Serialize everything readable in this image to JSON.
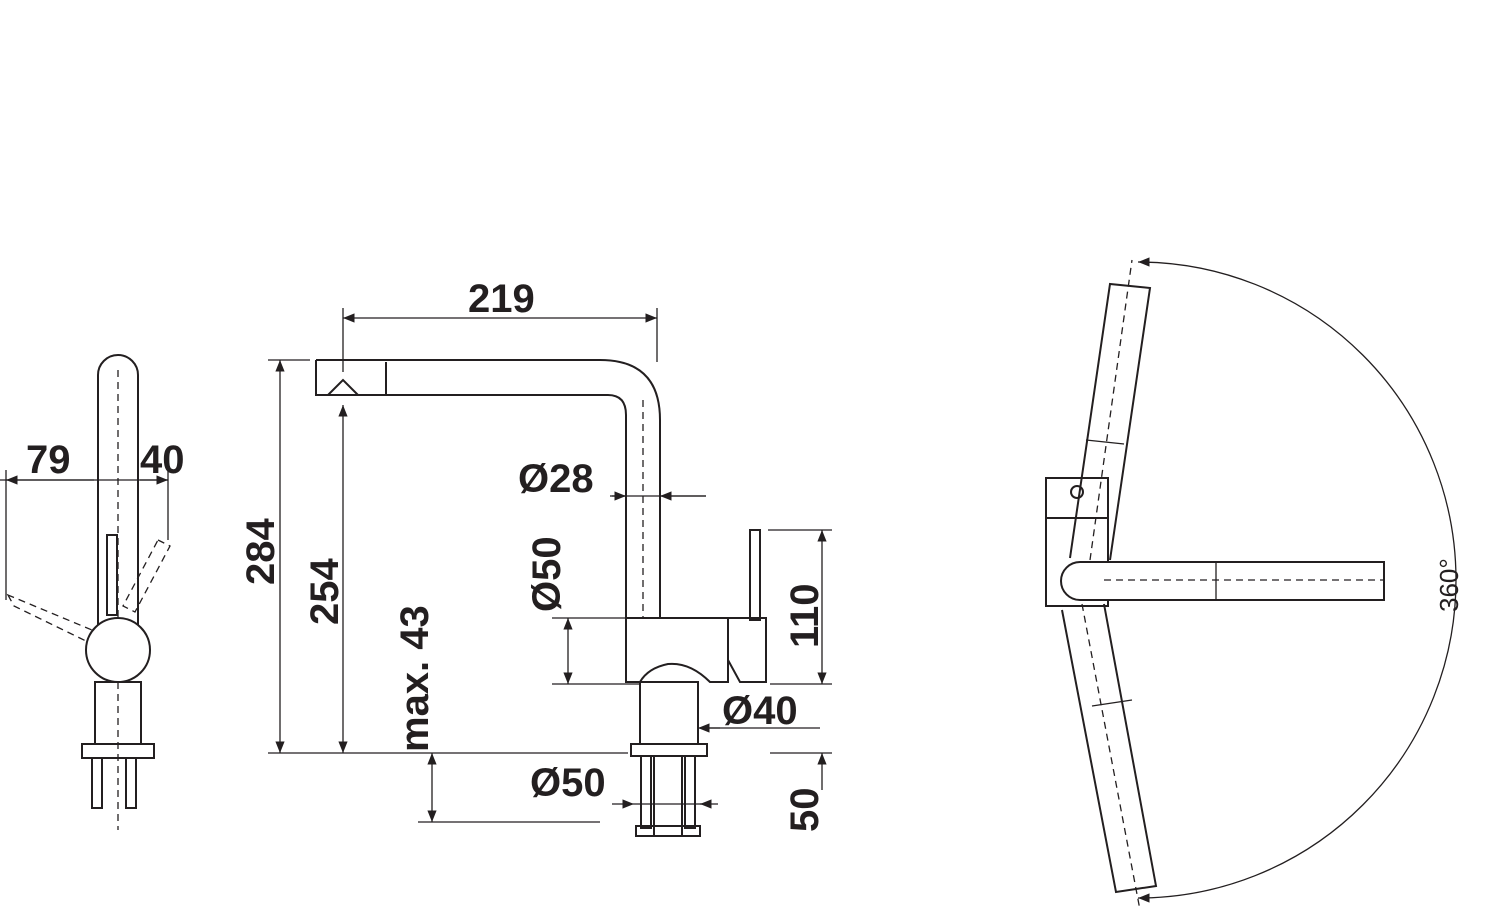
{
  "dimensions": {
    "side_width_left": "79",
    "side_width_right": "40",
    "spout_reach": "219",
    "total_height": "284",
    "outlet_height": "254",
    "max_counter_thickness": "max. 43",
    "spout_diameter": "Ø28",
    "body_diameter": "Ø50",
    "lever_height": "110",
    "base_diameter": "Ø40",
    "hole_diameter": "Ø50",
    "shank_length": "50",
    "rotation_angle": "360°"
  },
  "colors": {
    "line": "#231f20",
    "background": "#ffffff"
  }
}
